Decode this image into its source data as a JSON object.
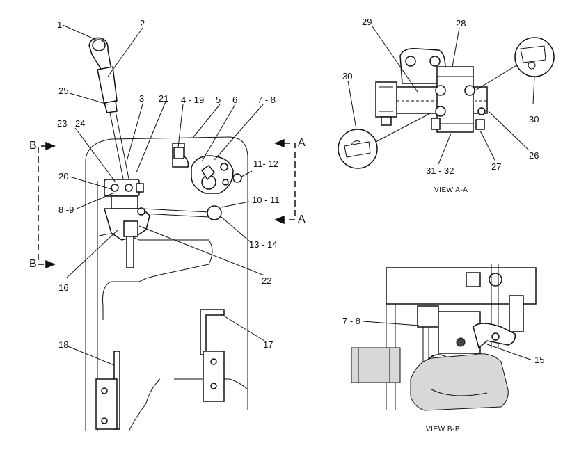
{
  "callouts": {
    "c1": "1",
    "c2": "2",
    "c3": "3",
    "c4_19": "4 - 19",
    "c5": "5",
    "c6": "6",
    "c7_8_top": "7 - 8",
    "c25": "25",
    "c23_24": "23 - 24",
    "c21": "21",
    "c20": "20",
    "c8_9": "8 -9",
    "c11_12": "11- 12",
    "c10_11": "10 - 11",
    "c13_14": "13 - 14",
    "c16": "16",
    "c22": "22",
    "c17": "17",
    "c18": "18",
    "c29": "29",
    "c28": "28",
    "c30_left": "30",
    "c30_right": "30",
    "c26": "26",
    "c27": "27",
    "c31_32": "31 - 32",
    "c7_8_bb": "7 - 8",
    "c15": "15"
  },
  "section_marks": {
    "b_top": "B",
    "b_bottom": "B",
    "a_top": "A",
    "a_bottom": "A"
  },
  "captions": {
    "view_aa": "VIEW A-A",
    "view_bb": "VIEW B-B"
  }
}
